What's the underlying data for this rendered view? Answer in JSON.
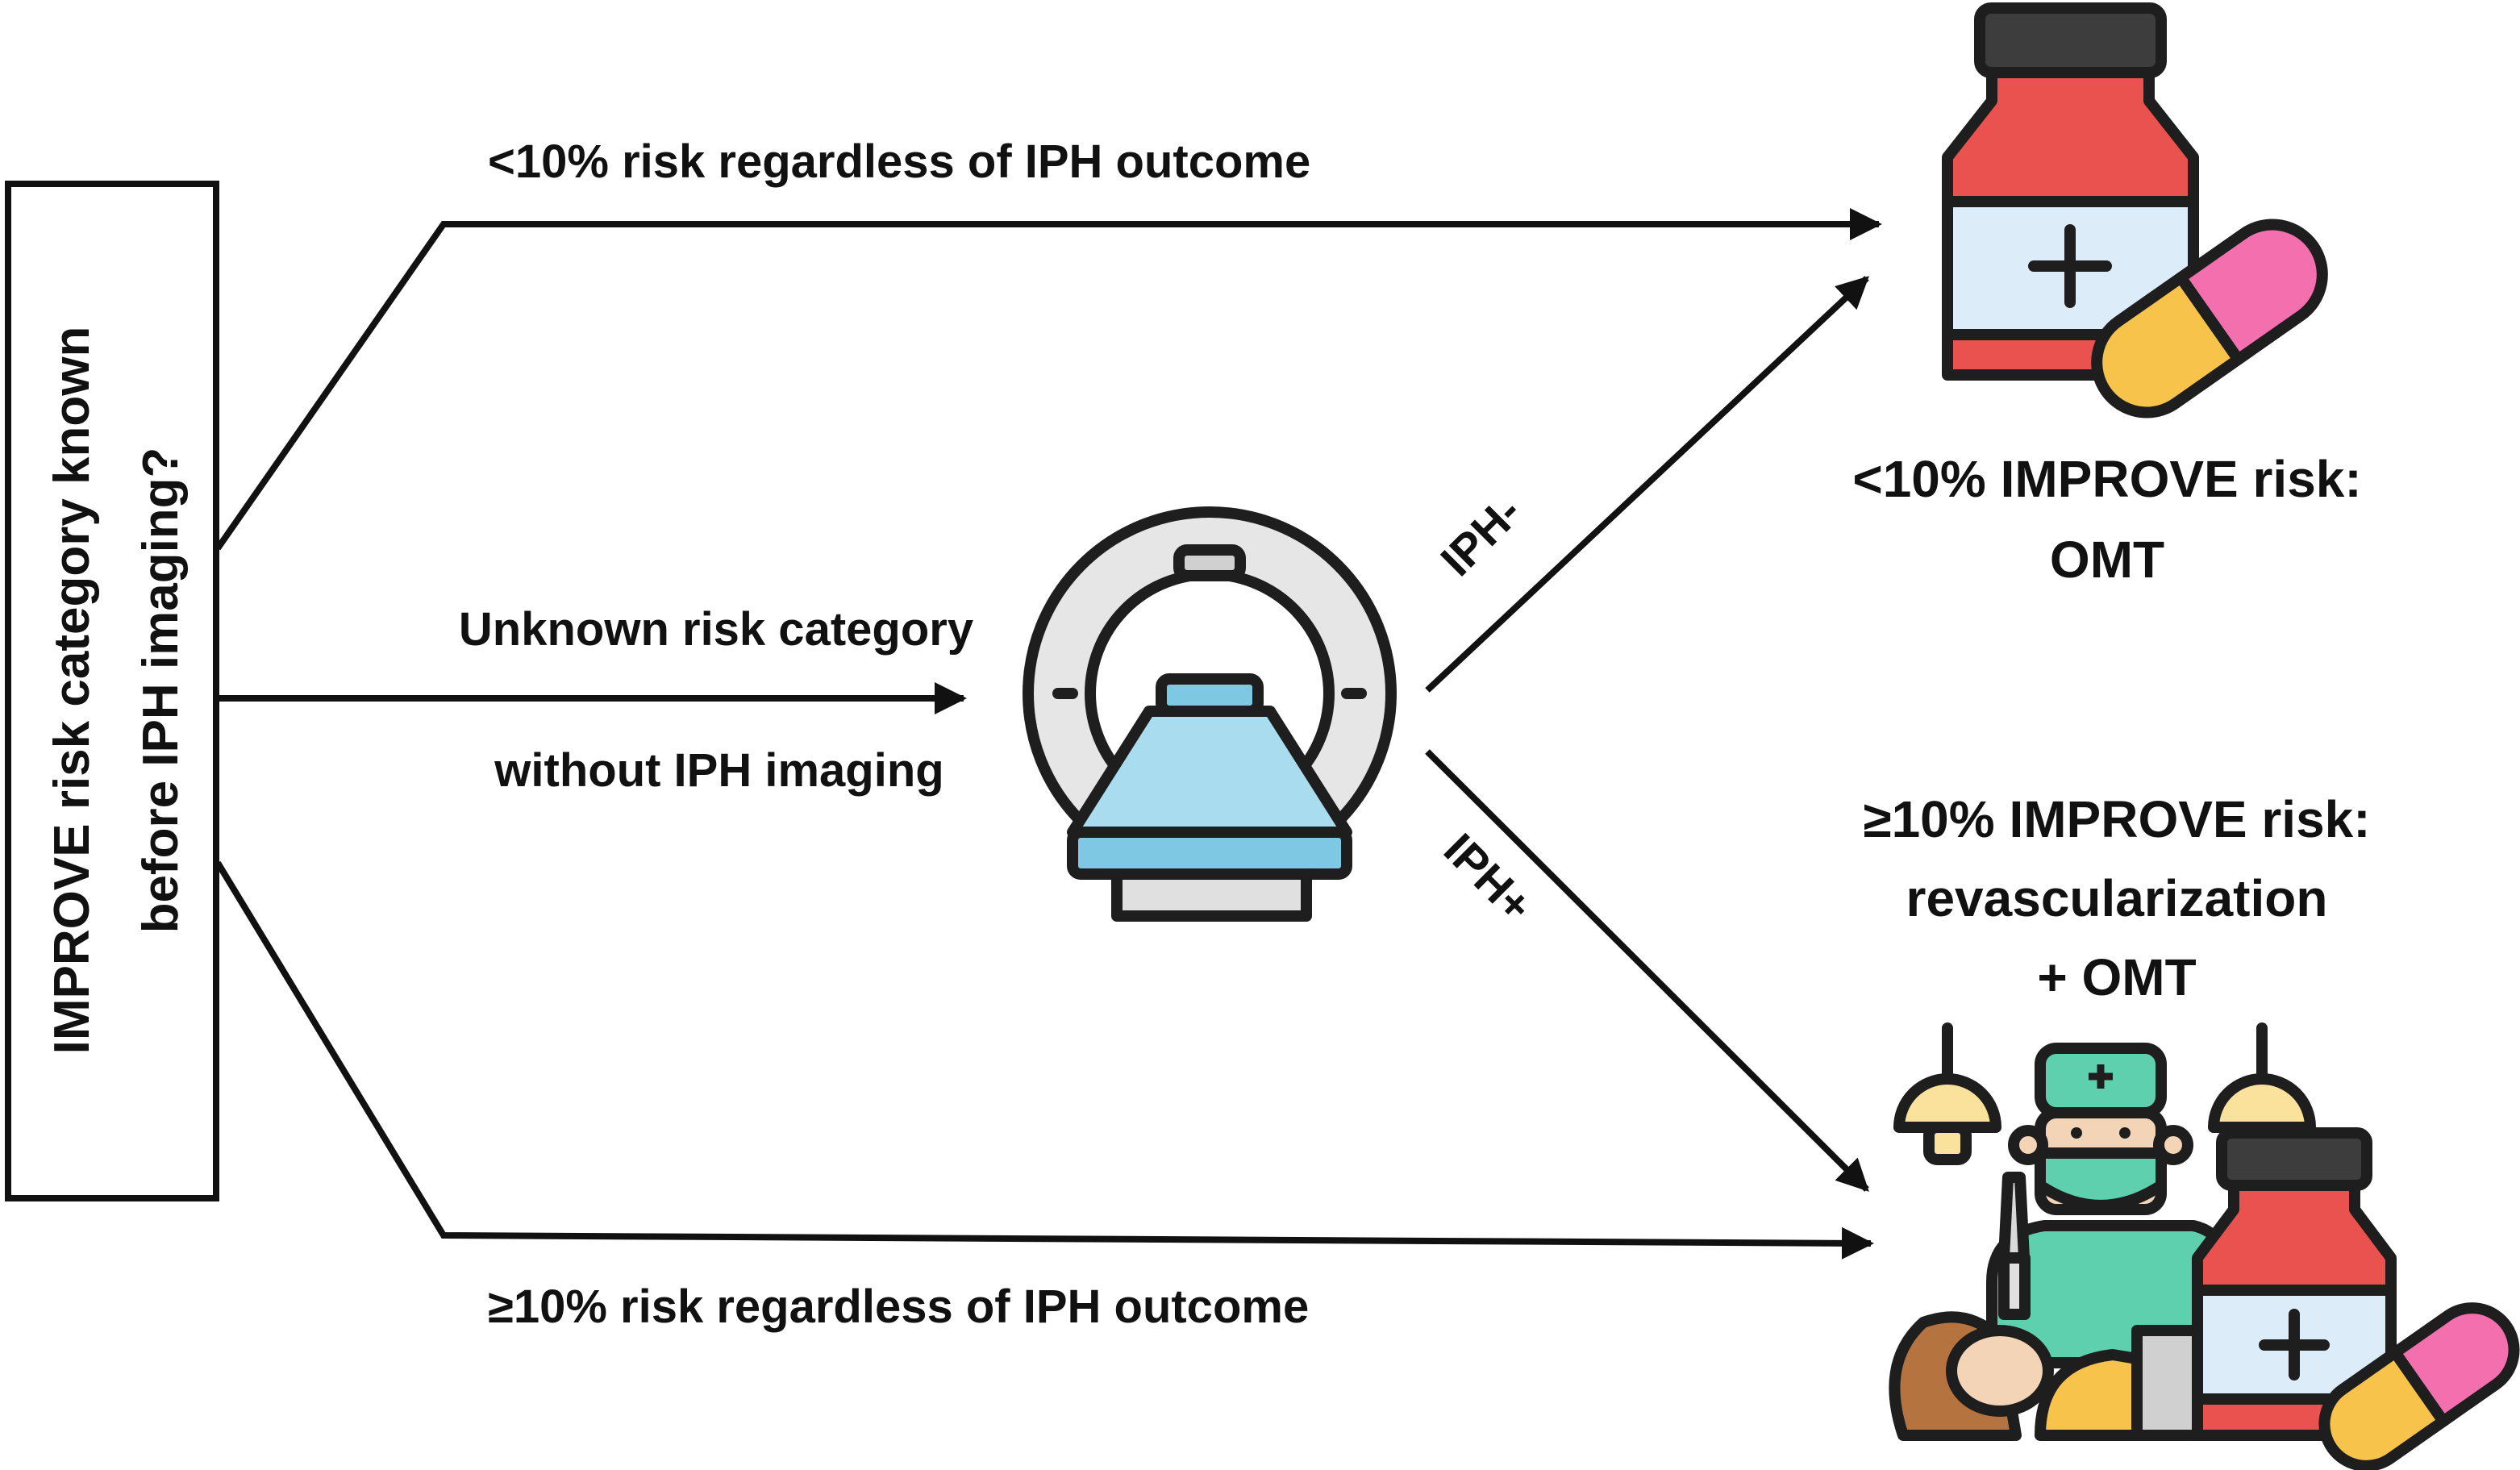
{
  "question_box": {
    "line1": "IMPROVE risk category known",
    "line2": "before IPH imaging?"
  },
  "paths": {
    "top_label": "<10% risk regardless of IPH outcome",
    "middle_label_line1": "Unknown risk category",
    "middle_label_line2": "without IPH imaging",
    "bottom_label": "≥10% risk regardless of IPH outcome"
  },
  "branches": {
    "negative_label": "IPH-",
    "positive_label": "IPH+"
  },
  "outcomes": {
    "low_risk_line1": "<10% IMPROVE risk:",
    "low_risk_line2": "OMT",
    "high_risk_line1": "≥10% IMPROVE risk:",
    "high_risk_line2": "revascularization",
    "high_risk_line3": "+ OMT"
  },
  "icons": {
    "scanner": "mri-scanner-icon",
    "medicine": "medicine-bottle-pill-icon",
    "surgery": "surgeon-operation-icon"
  },
  "colors": {
    "ink": "#111111",
    "bottle_red": "#e9524f",
    "bottle_cap": "#3d3d3d",
    "label_blue": "#dcecf8",
    "pill_pink": "#f46fae",
    "pill_yellow": "#f7c34a",
    "scanner_gray": "#e6e6e6",
    "scanner_blue": "#a8dcee",
    "surgeon_green": "#5fd0ae"
  }
}
